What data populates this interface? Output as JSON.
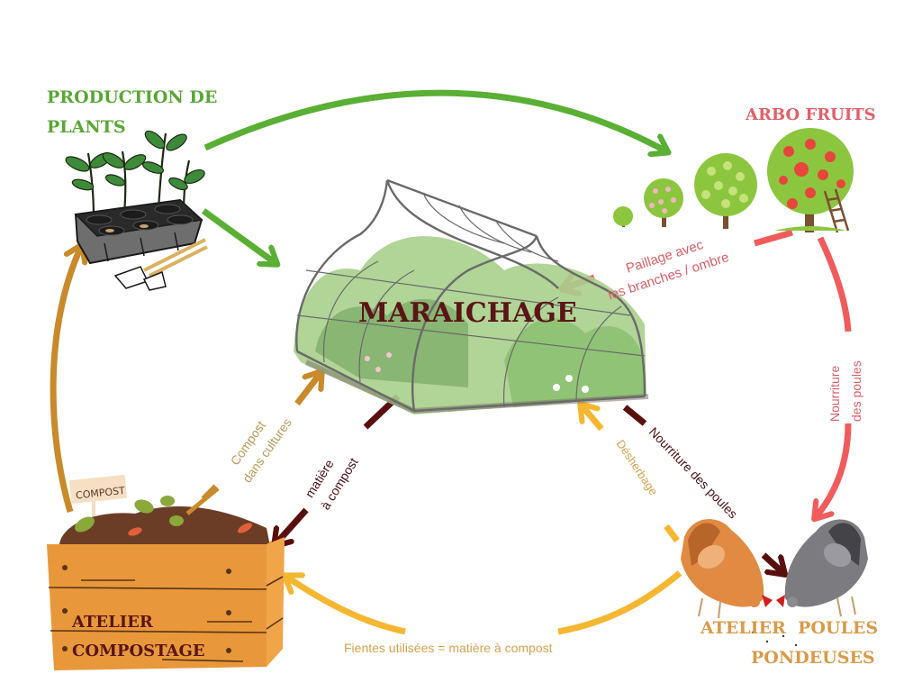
{
  "diagram": {
    "type": "flow-cycle",
    "center": {
      "title": "MARAICHAGE",
      "color": "#5a1518"
    },
    "nodes": {
      "plants": {
        "title_line1": "PRODUCTION DE",
        "title_line2": "PLANTS",
        "color": "#5aa636"
      },
      "fruits": {
        "title": "ARBO FRUITS",
        "color": "#e0606a"
      },
      "compost": {
        "title_line1": "ATELIER",
        "title_line2": "COMPOSTAGE",
        "sign": "COMPOST",
        "color": "#5a1518"
      },
      "hens": {
        "title_line1": "ATELIER  POULES",
        "title_line2": "PONDEUSES",
        "color": "#d99a4a"
      }
    },
    "flows": [
      {
        "id": "plants-to-fruits",
        "from": "PRODUCTION DE PLANTS",
        "to": "ARBO FRUITS",
        "label": "",
        "color": "#5aaf35"
      },
      {
        "id": "plants-to-market-garden",
        "from": "PRODUCTION DE PLANTS",
        "to": "MARAICHAGE",
        "label": "",
        "color": "#5aaf35"
      },
      {
        "id": "fruits-to-market-garden",
        "from": "ARBO FRUITS",
        "to": "MARAICHAGE",
        "label_line1": "Paillage avec",
        "label_line2": "les branches / ombre",
        "color": "#f05c5c"
      },
      {
        "id": "fruits-to-hens",
        "from": "ARBO FRUITS",
        "to": "ATELIER POULES PONDEUSES",
        "label_line1": "Nourriture",
        "label_line2": "des poules",
        "color": "#f05c5c"
      },
      {
        "id": "market-garden-to-hens",
        "from": "MARAICHAGE",
        "to": "ATELIER POULES PONDEUSES",
        "label": "Nourriture des poules",
        "color": "#5a0f0f"
      },
      {
        "id": "hens-to-market-garden",
        "from": "ATELIER POULES PONDEUSES",
        "to": "MARAICHAGE",
        "label": "Désherbage",
        "color": "#f5b731"
      },
      {
        "id": "hens-to-compost",
        "from": "ATELIER POULES PONDEUSES",
        "to": "ATELIER COMPOSTAGE",
        "label": "Fientes utilisées = matière à compost",
        "color": "#f5b731"
      },
      {
        "id": "market-garden-to-compost",
        "from": "MARAICHAGE",
        "to": "ATELIER COMPOSTAGE",
        "label_line1": "matière",
        "label_line2": "à compost",
        "color": "#5a0f0f"
      },
      {
        "id": "compost-to-market-garden",
        "from": "ATELIER COMPOSTAGE",
        "to": "MARAICHAGE",
        "label_line1": "Compost",
        "label_line2": "dans cultures",
        "color": "#c88a2a"
      },
      {
        "id": "compost-to-plants",
        "from": "ATELIER COMPOSTAGE",
        "to": "PRODUCTION DE PLANTS",
        "label": "",
        "color": "#c88a2a"
      }
    ],
    "label_colors": {
      "fruits_flow_text": "#d9606a",
      "compost_flow_text": "#b59a5a",
      "dark_flow_text": "#4a0f12",
      "yellow_flow_text": "#d6a14e"
    }
  }
}
